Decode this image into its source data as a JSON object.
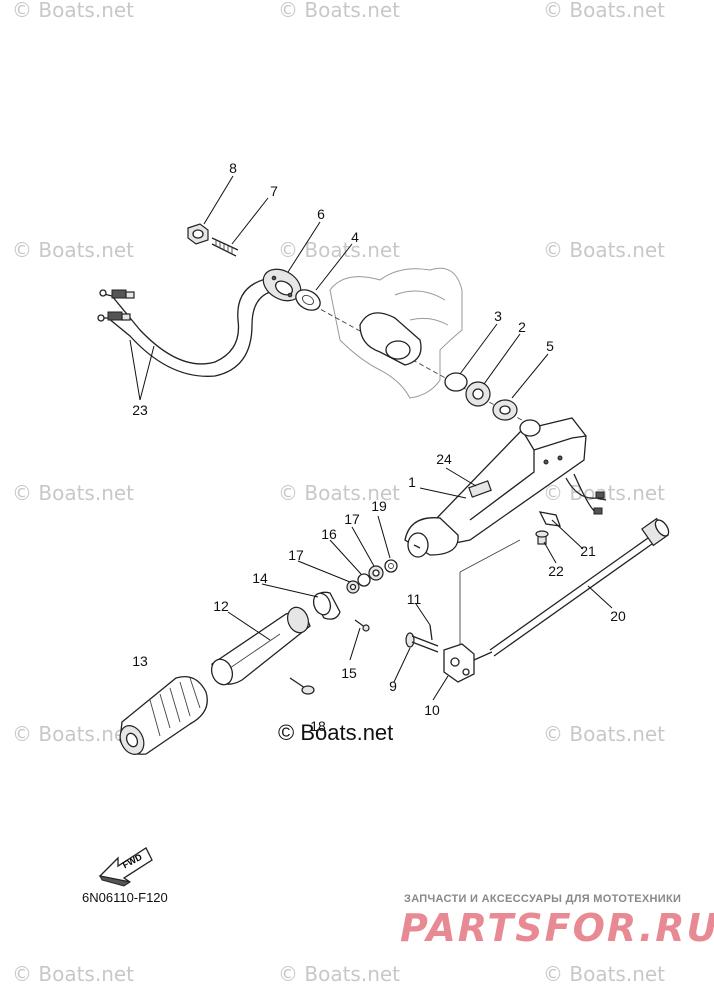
{
  "watermark_text": "© Boats.net",
  "center_watermark": "© Boats.net",
  "diagram_code": "6N06110-F120",
  "fwd_label": "FWD",
  "ad_tagline": "ЗАПЧАСТИ И АКСЕССУАРЫ ДЛЯ МОТОТЕХНИКИ",
  "ad_logo": "PARTSFOR.RU",
  "callouts": [
    "8",
    "7",
    "6",
    "4",
    "3",
    "2",
    "5",
    "23",
    "24",
    "1",
    "19",
    "17",
    "16",
    "17",
    "14",
    "12",
    "13",
    "15",
    "18",
    "11",
    "9",
    "10",
    "21",
    "22",
    "20"
  ],
  "colors": {
    "ink": "#222222",
    "watermark": "#c8c8c8",
    "ad_logo": "#e88a93"
  }
}
